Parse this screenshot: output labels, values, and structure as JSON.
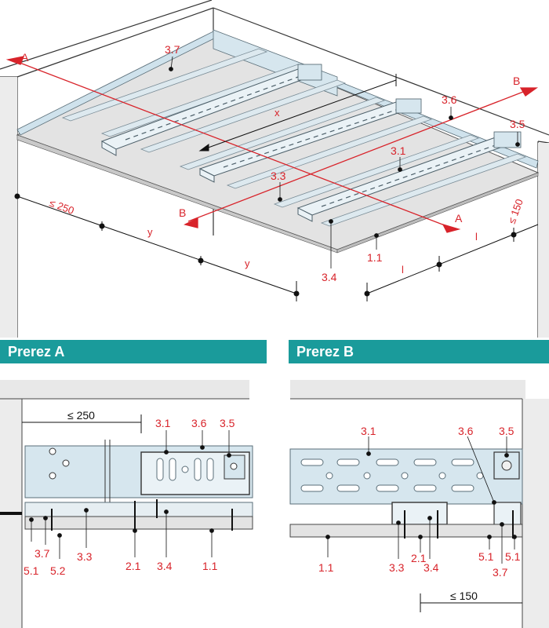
{
  "sections": {
    "a_title": "Prerez A",
    "b_title": "Prerez B"
  },
  "perspective": {
    "labels": {
      "p3_7": "3.7",
      "p3_6": "3.6",
      "p3_5": "3.5",
      "p3_1": "3.1",
      "p3_3": "3.3",
      "p1_1": "1.1",
      "p3_4": "3.4"
    },
    "section_marks": {
      "a_top": "A",
      "a_bottom": "A",
      "b_top": "B",
      "b_bottom": "B"
    },
    "dims": {
      "le250": "≤ 250",
      "y1": "y",
      "y2": "y",
      "x": "x",
      "l1": "l",
      "l2": "l",
      "le150": "≤ 150"
    }
  },
  "section_a": {
    "dim_le250": "≤ 250",
    "labels": {
      "a3_1": "3.1",
      "a3_6": "3.6",
      "a3_5": "3.5",
      "a5_1": "5.1",
      "a3_7": "3.7",
      "a5_2": "5.2",
      "a3_3": "3.3",
      "a2_1": "2.1",
      "a3_4": "3.4",
      "a1_1": "1.1"
    }
  },
  "section_b": {
    "dim_le150": "≤ 150",
    "labels": {
      "b3_1": "3.1",
      "b3_6": "3.6",
      "b3_5": "3.5",
      "b1_1": "1.1",
      "b3_3": "3.3",
      "b2_1": "2.1",
      "b3_4": "3.4",
      "b5_1a": "5.1",
      "b3_7": "3.7",
      "b5_1b": "5.1"
    }
  },
  "colors": {
    "accent": "#d8232a",
    "band": "#1a9b9b",
    "profile": "#d6e6ee",
    "board": "#e6e6e6"
  }
}
